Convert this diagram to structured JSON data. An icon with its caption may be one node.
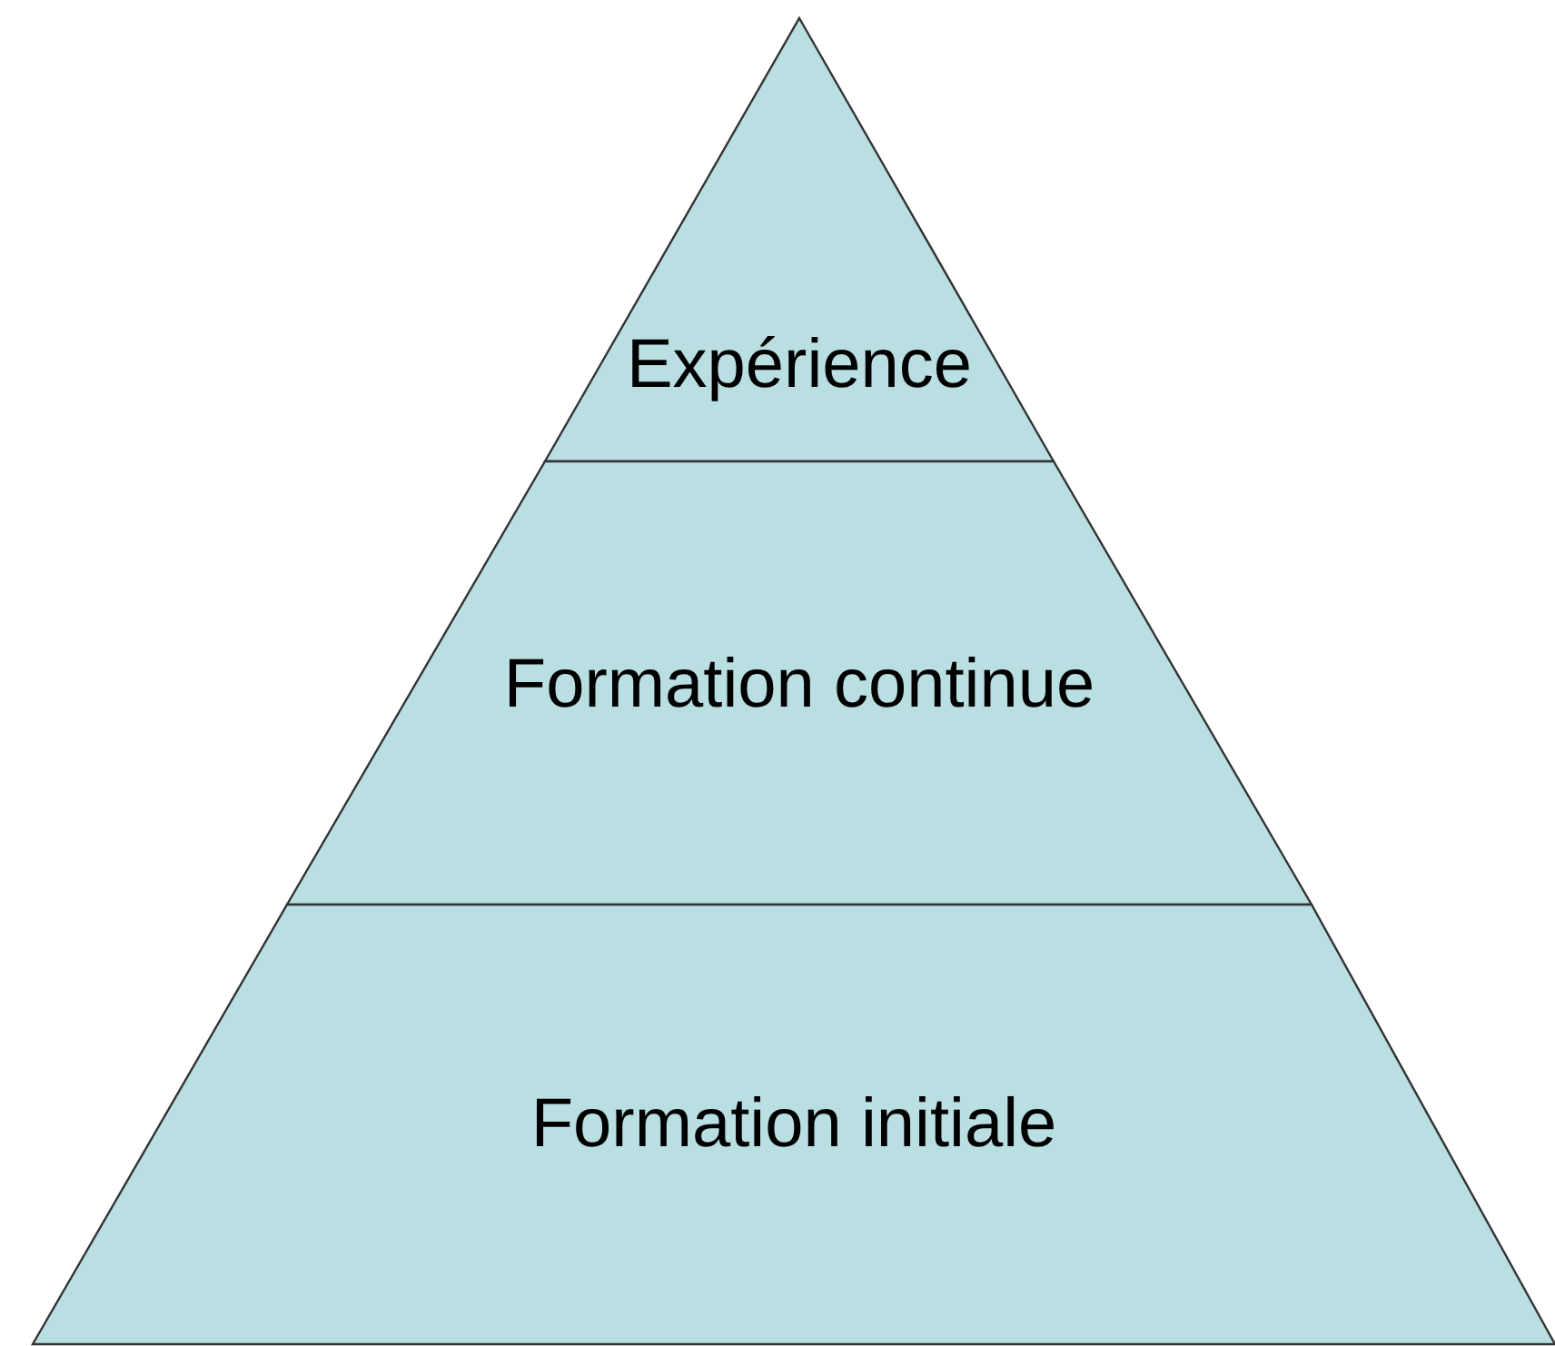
{
  "diagram": {
    "nodes": [
      {
        "text": [
          "Expérience"
        ]
      },
      {
        "text": [
          "Formation continue"
        ]
      },
      {
        "text": [
          "Formation initiale"
        ]
      }
    ]
  }
}
